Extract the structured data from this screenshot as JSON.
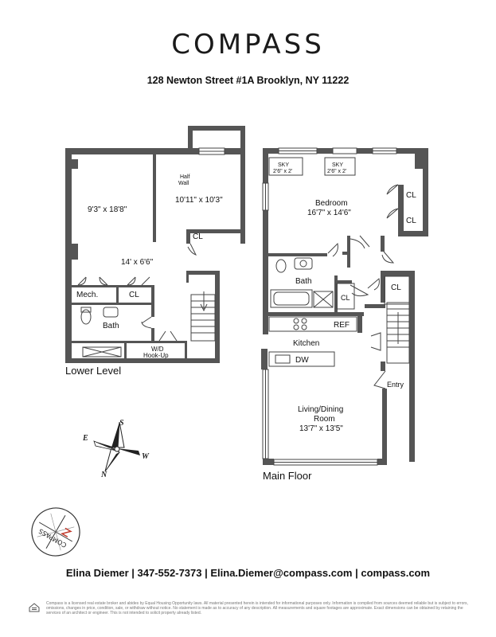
{
  "brand": {
    "name": "COMPASS",
    "compass_rose_text": "COMPASS"
  },
  "address": "128 Newton Street #1A  Brooklyn, NY 11222",
  "lower_level": {
    "label": "Lower Level",
    "rooms": {
      "room1": "9'3\" x 18'8\"",
      "room2": "10'11\" x 10'3\"",
      "half_wall": [
        "Half",
        "Wall"
      ],
      "closet": "CL",
      "main": "14' x 6'6\"",
      "mech": "Mech.",
      "closet2": "CL",
      "bath": "Bath",
      "wd": [
        "W/D",
        "Hook-Up"
      ]
    }
  },
  "main_floor": {
    "label": "Main Floor",
    "rooms": {
      "sky1": [
        "SKY",
        "2'6\" x 2'"
      ],
      "sky2": [
        "SKY",
        "2'6\" x 2'"
      ],
      "bedroom": [
        "Bedroom",
        "16'7\" x 14'6\""
      ],
      "cl_a": "CL",
      "cl_b": "CL",
      "cl_c": "CL",
      "cl_d": "CL",
      "bath": "Bath",
      "ref": "REF",
      "kitchen": "Kitchen",
      "dw": "DW",
      "entry": "Entry",
      "living": [
        "Living/Dining",
        "Room",
        "13'7\" x 13'5\""
      ]
    }
  },
  "compass_directions": {
    "s": "S",
    "e": "E",
    "w": "W",
    "n": "N"
  },
  "contact": "Elina Diemer | 347-552-7373 | Elina.Diemer@compass.com | compass.com",
  "disclaimer": "Compass is a licensed real estate broker and abides by Equal Housing Opportunity laws. All material presented herein is intended for informational purposes only. Information is compiled from sources deemed reliable but is subject to errors, omissions, changes in price, condition, sale, or withdraw without notice. No statement is made as to accuracy of any description. All measurements and square footages are approximate. Exact dimensions can be obtained by retaining the services of an architect or engineer. This is not intended to solicit property already listed."
}
